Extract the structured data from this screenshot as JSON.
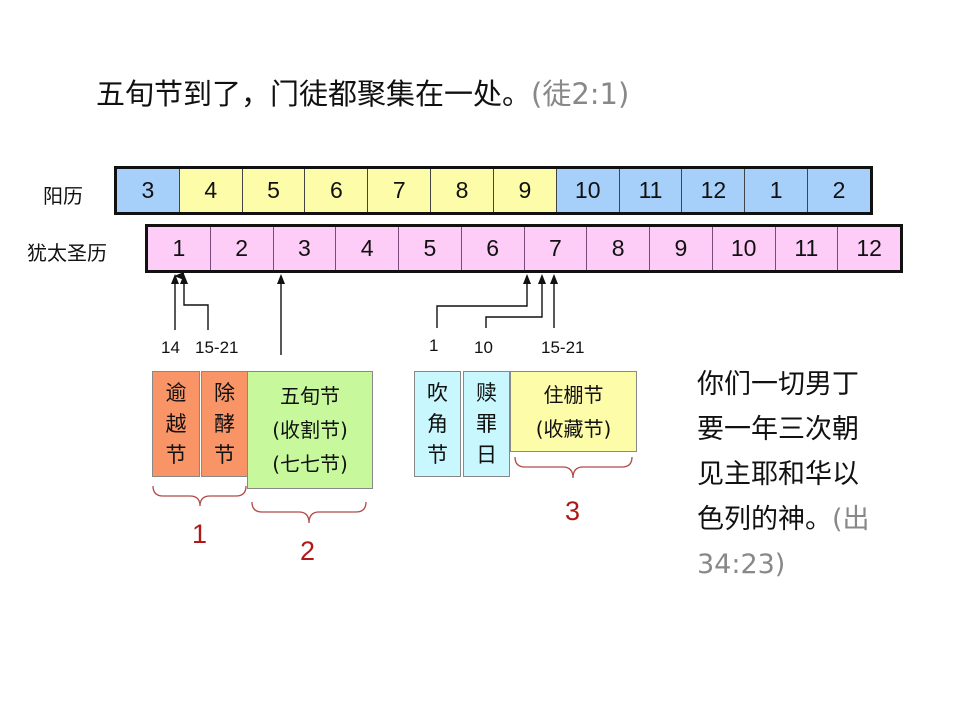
{
  "title": {
    "text": "五旬节到了，门徒都聚集在一处。",
    "reference": "(徒2:1)"
  },
  "solar_calendar": {
    "label": "阳历",
    "months": [
      {
        "value": "3",
        "color": "#a6d0fa"
      },
      {
        "value": "4",
        "color": "#fdfca8"
      },
      {
        "value": "5",
        "color": "#fdfca8"
      },
      {
        "value": "6",
        "color": "#fdfca8"
      },
      {
        "value": "7",
        "color": "#fdfca8"
      },
      {
        "value": "8",
        "color": "#fdfca8"
      },
      {
        "value": "9",
        "color": "#fdfca8"
      },
      {
        "value": "10",
        "color": "#a6d0fa"
      },
      {
        "value": "11",
        "color": "#a6d0fa"
      },
      {
        "value": "12",
        "color": "#a6d0fa"
      },
      {
        "value": "1",
        "color": "#a6d0fa"
      },
      {
        "value": "2",
        "color": "#a6d0fa"
      }
    ]
  },
  "jewish_calendar": {
    "label": "犹太圣历",
    "color": "#fdcdf8",
    "months": [
      "1",
      "2",
      "3",
      "4",
      "5",
      "6",
      "7",
      "8",
      "9",
      "10",
      "11",
      "12"
    ]
  },
  "day_labels": {
    "passover_day": "14",
    "unleavened_days": "15-21",
    "trumpets_day": "1",
    "atonement_day": "10",
    "tabernacles_days": "15-21"
  },
  "festivals": {
    "passover": {
      "lines": [
        "逾",
        "越",
        "节"
      ],
      "color": "#f99466"
    },
    "unleavened_bread": {
      "lines": [
        "除",
        "酵",
        "节"
      ],
      "color": "#f99466"
    },
    "pentecost": {
      "lines": [
        "五旬节",
        "(收割节)",
        "(七七节)"
      ],
      "color": "#c7f99c"
    },
    "trumpets": {
      "lines": [
        "吹",
        "角",
        "节"
      ],
      "color": "#c8f7fd"
    },
    "atonement": {
      "lines": [
        "赎",
        "罪",
        "日"
      ],
      "color": "#c8f7fd"
    },
    "tabernacles": {
      "lines": [
        "住棚节",
        "(收藏节)"
      ],
      "color": "#fdfca8"
    }
  },
  "groups": {
    "group1": "1",
    "group2": "2",
    "group3": "3",
    "brace_color": "#b24a4a",
    "number_color": "#b01818"
  },
  "verse": {
    "text": "你们一切男丁要一年三次朝见主耶和华以色列的神。",
    "reference": "(出34:23)",
    "lines": [
      "你们一切男丁",
      "要一年三次朝",
      "见主耶和华以",
      "色列的神。"
    ],
    "ref_part1": "(出",
    "ref_part2": "34:23)"
  }
}
